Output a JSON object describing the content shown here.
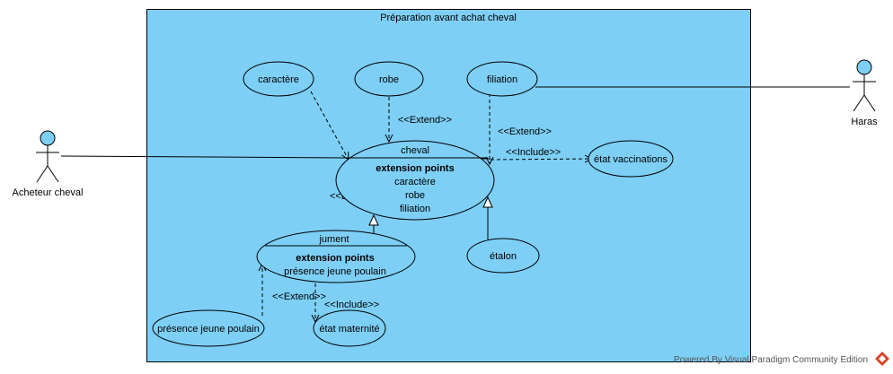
{
  "system": {
    "title": "Préparation avant achat cheval"
  },
  "actors": {
    "buyer": {
      "name": "Acheteur cheval"
    },
    "stud": {
      "name": "Haras"
    }
  },
  "use_cases": {
    "caractere": "caractère",
    "robe": "robe",
    "filiation": "filiation",
    "cheval": {
      "name": "cheval",
      "ext_header": "extension points",
      "ext_points": [
        "caractère",
        "robe",
        "filiation"
      ]
    },
    "etat_vaccinations": "état vaccinations",
    "jument": {
      "name": "jument",
      "ext_header": "extension points",
      "ext_points": [
        "présence jeune poulain"
      ]
    },
    "etalon": "étalon",
    "presence_jeune_poulain": "présence jeune poulain",
    "etat_maternite": "état maternité"
  },
  "relations": {
    "extend_robe": "<<Extend>>",
    "extend_filiation": "<<Extend>>",
    "include_vaccinations": "<<Include>>",
    "extend_caractere": "<<Extend>>",
    "extend_poulain": "<<Extend>>",
    "include_maternite": "<<Include>>"
  },
  "watermark": "Powered By Visual Paradigm Community Edition",
  "colors": {
    "system_fill": "#7dcff5",
    "usecase_fill": "#7dcff5",
    "actor_head": "#7dcff5",
    "line": "#000000"
  }
}
